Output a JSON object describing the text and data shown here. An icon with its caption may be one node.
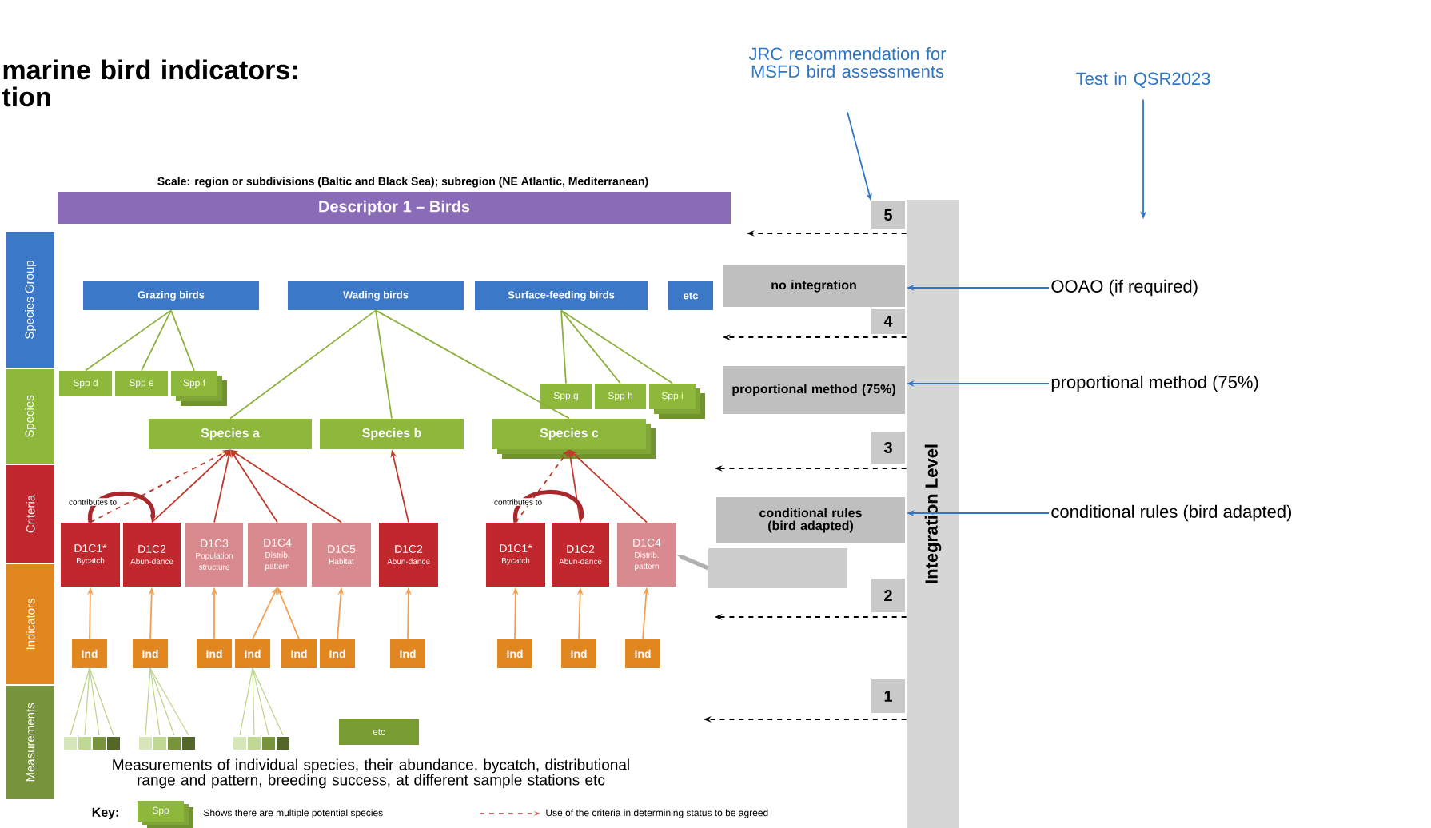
{
  "diagram": {
    "title": "marine bird indicators: tion",
    "nodes": [
      {
        "text": [
          "JRC recommendation for MSFD bird assessments"
        ]
      },
      {
        "text": [
          "Test in QSR2023"
        ]
      },
      {
        "text": [
          "OOAO (if required)"
        ]
      },
      {
        "text": [
          "proportional method (75%)"
        ]
      },
      {
        "text": [
          "conditional rules (bird adapted)"
        ]
      },
      {
        "text": [
          "Integration Level"
        ]
      },
      {
        "text": [
          "5"
        ]
      },
      {
        "text": [
          "4"
        ]
      },
      {
        "text": [
          "3"
        ]
      },
      {
        "text": [
          "2"
        ]
      },
      {
        "text": [
          "1"
        ]
      },
      {
        "text": [
          "no integration"
        ]
      },
      {
        "text": [
          "proportional method (75%)"
        ]
      },
      {
        "text": [
          "conditional rules (bird adapted)"
        ]
      },
      {
        "text": [],
        "shape": "box"
      },
      {
        "text": [
          "Descriptor 1 – Birds"
        ]
      },
      {
        "text": [
          "Species Group"
        ]
      },
      {
        "text": [
          "Species"
        ]
      },
      {
        "text": [
          "Criteria"
        ]
      },
      {
        "text": [
          "Indicators"
        ]
      },
      {
        "text": [
          "Measurements"
        ]
      },
      {
        "text": [
          "Grazing birds"
        ]
      },
      {
        "text": [
          "Wading birds"
        ]
      },
      {
        "text": [
          "Surface-feeding birds"
        ]
      },
      {
        "text": [
          "etc"
        ]
      },
      {
        "text": [
          "Spp d"
        ]
      },
      {
        "text": [
          "Spp e"
        ]
      },
      {
        "text": [
          "Spp f"
        ]
      },
      {
        "text": [
          "Spp g"
        ]
      },
      {
        "text": [
          "Spp h"
        ]
      },
      {
        "text": [
          "Spp i"
        ]
      },
      {
        "text": [
          "Species a"
        ]
      },
      {
        "text": [
          "Species b"
        ]
      },
      {
        "text": [
          "Species c"
        ]
      },
      {
        "text": [
          "D1C1*",
          "Bycatch"
        ]
      },
      {
        "text": [
          "D1C2",
          "Abun-dance"
        ]
      },
      {
        "text": [
          "D1C3",
          "Population structure"
        ]
      },
      {
        "text": [
          "D1C4",
          "Distrib. pattern"
        ]
      },
      {
        "text": [
          "D1C5",
          "Habitat"
        ]
      },
      {
        "text": [
          "D1C2",
          "Abun-dance"
        ]
      },
      {
        "text": [
          "D1C1*",
          "Bycatch"
        ]
      },
      {
        "text": [
          "D1C2",
          "Abun-dance"
        ]
      },
      {
        "text": [
          "D1C4",
          "Distrib. pattern"
        ]
      },
      {
        "text": [
          "Ind"
        ]
      },
      {
        "text": [
          "Ind"
        ]
      },
      {
        "text": [
          "Ind"
        ]
      },
      {
        "text": [
          "Ind"
        ]
      },
      {
        "text": [
          "Ind"
        ]
      },
      {
        "text": [
          "Ind"
        ]
      },
      {
        "text": [
          "Ind"
        ]
      },
      {
        "text": [
          "Ind"
        ]
      },
      {
        "text": [
          "Ind"
        ]
      },
      {
        "text": [
          "Ind"
        ]
      },
      {
        "text": [
          "etc"
        ]
      }
    ],
    "edges": [
      {
        "from": 0,
        "to": 6,
        "arrow": "to",
        "color": "#2e75c6"
      },
      {
        "from": 1,
        "to": null,
        "arrow": "to",
        "color": "#2e75c6"
      },
      {
        "from": 2,
        "to": 5,
        "arrow": "to",
        "color": "#2e75c6"
      },
      {
        "from": 3,
        "to": 5,
        "arrow": "to",
        "color": "#2e75c6"
      },
      {
        "from": 4,
        "to": 5,
        "arrow": "to",
        "color": "#2e75c6"
      },
      {
        "from": 5,
        "to": null,
        "arrow": "to",
        "style": "dashed",
        "color": "#000000"
      },
      {
        "from": 5,
        "to": null,
        "arrow": "to",
        "style": "dashed",
        "color": "#000000"
      },
      {
        "from": 5,
        "to": null,
        "arrow": "to",
        "style": "dashed",
        "color": "#000000"
      },
      {
        "from": 5,
        "to": null,
        "arrow": "to",
        "style": "dashed",
        "color": "#000000"
      },
      {
        "from": 5,
        "to": null,
        "arrow": "to",
        "style": "dashed",
        "color": "#000000"
      },
      {
        "from": 14,
        "to": 42,
        "arrow": "to",
        "style": "thick",
        "color": "#b0b0b0"
      },
      {
        "from": 21,
        "to": 25,
        "arrow": "none",
        "color": "#8db03d"
      },
      {
        "from": 21,
        "to": 26,
        "arrow": "none",
        "color": "#8db03d"
      },
      {
        "from": 21,
        "to": 27,
        "arrow": "none",
        "color": "#8db03d"
      },
      {
        "from": 22,
        "to": 31,
        "arrow": "none",
        "color": "#8db03d"
      },
      {
        "from": 22,
        "to": 32,
        "arrow": "none",
        "color": "#8db03d"
      },
      {
        "from": 22,
        "to": 33,
        "arrow": "none",
        "color": "#8db03d"
      },
      {
        "from": 23,
        "to": 28,
        "arrow": "none",
        "color": "#8db03d"
      },
      {
        "from": 23,
        "to": 29,
        "arrow": "none",
        "color": "#8db03d"
      },
      {
        "from": 23,
        "to": 30,
        "arrow": "none",
        "color": "#8db03d"
      },
      {
        "from": 34,
        "to": 31,
        "arrow": "to",
        "style": "dashed",
        "color": "#c0392b"
      },
      {
        "from": 35,
        "to": 31,
        "arrow": "to",
        "color": "#c0392b"
      },
      {
        "from": 36,
        "to": 31,
        "arrow": "to",
        "color": "#c0392b"
      },
      {
        "from": 37,
        "to": 31,
        "arrow": "to",
        "color": "#c0392b"
      },
      {
        "from": 38,
        "to": 31,
        "arrow": "to",
        "color": "#c0392b"
      },
      {
        "from": 39,
        "to": 32,
        "arrow": "to",
        "color": "#c0392b"
      },
      {
        "from": 40,
        "to": 33,
        "arrow": "to",
        "style": "dashed",
        "color": "#c0392b"
      },
      {
        "from": 41,
        "to": 33,
        "arrow": "to",
        "color": "#c0392b"
      },
      {
        "from": 42,
        "to": 33,
        "arrow": "to",
        "color": "#c0392b"
      },
      {
        "from": 34,
        "to": 35,
        "arrow": "to",
        "label": "contributes to",
        "style": "thick",
        "color": "#a8282d"
      },
      {
        "from": 40,
        "to": 41,
        "arrow": "to",
        "label": "contributes to",
        "style": "thick",
        "color": "#a8282d"
      },
      {
        "from": 43,
        "to": 34,
        "arrow": "to",
        "color": "#f0a050"
      },
      {
        "from": 44,
        "to": 35,
        "arrow": "to",
        "color": "#f0a050"
      },
      {
        "from": 45,
        "to": 36,
        "arrow": "to",
        "color": "#f0a050"
      },
      {
        "from": 46,
        "to": 37,
        "arrow": "to",
        "color": "#f0a050"
      },
      {
        "from": 47,
        "to": 37,
        "arrow": "to",
        "color": "#f0a050"
      },
      {
        "from": 48,
        "to": 38,
        "arrow": "to",
        "color": "#f0a050"
      },
      {
        "from": 49,
        "to": 39,
        "arrow": "to",
        "color": "#f0a050"
      },
      {
        "from": 50,
        "to": 40,
        "arrow": "to",
        "color": "#f0a050"
      },
      {
        "from": 51,
        "to": 41,
        "arrow": "to",
        "color": "#f0a050"
      },
      {
        "from": 52,
        "to": 42,
        "arrow": "to",
        "color": "#f0a050"
      }
    ],
    "labels": [
      "Scale: region or subdivisions (Baltic and Black Sea); subregion (NE Atlantic, Mediterranean)",
      "Measurements of individual species, their abundance, bycatch, distributional range and pattern, breeding success, at different sample stations etc",
      "Key:",
      "Spp"
    ],
    "legend": [
      {
        "text": "Shows there are multiple potential species"
      },
      {
        "text": "Use of the criteria in determining status to be agreed"
      }
    ]
  }
}
